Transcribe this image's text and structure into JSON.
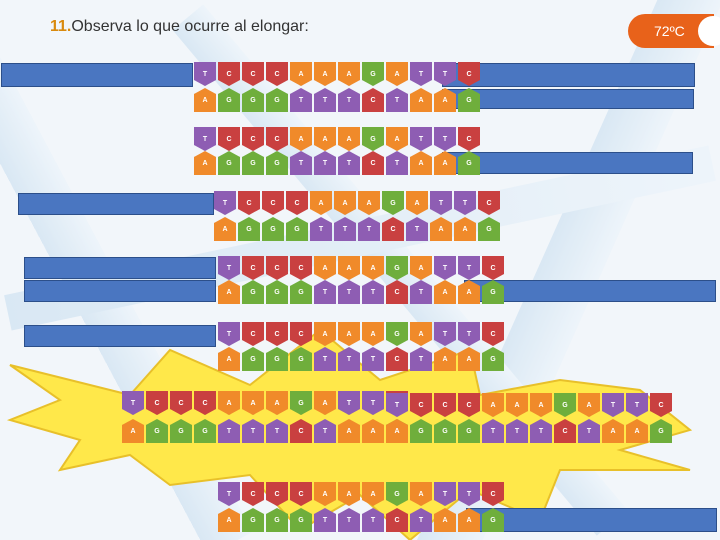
{
  "title": {
    "number": "11.",
    "text": "Observa lo que ocurre al elongar:"
  },
  "temperature": {
    "label": "72ºC"
  },
  "sequence": {
    "top": [
      "T",
      "C",
      "C",
      "C",
      "A",
      "A",
      "A",
      "G",
      "A",
      "T",
      "T",
      "C"
    ],
    "bottom": [
      "A",
      "G",
      "G",
      "G",
      "T",
      "T",
      "T",
      "C",
      "T",
      "A",
      "A",
      "G"
    ]
  },
  "colors": {
    "T": "#8e5db3",
    "C": "#c94040",
    "A": "#f08a2a",
    "G": "#6fae3c",
    "bar": "#4a76c1",
    "burst": "#ffe84a"
  }
}
